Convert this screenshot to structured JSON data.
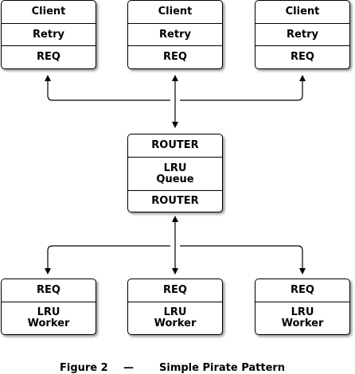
{
  "clients": [
    {
      "layers": [
        "Client",
        "Retry",
        "REQ"
      ]
    },
    {
      "layers": [
        "Client",
        "Retry",
        "REQ"
      ]
    },
    {
      "layers": [
        "Client",
        "Retry",
        "REQ"
      ]
    }
  ],
  "broker": {
    "layers": [
      "ROUTER",
      "LRU\nQueue",
      "ROUTER"
    ]
  },
  "workers": [
    {
      "layers": [
        "REQ",
        "LRU\nWorker"
      ]
    },
    {
      "layers": [
        "REQ",
        "LRU\nWorker"
      ]
    },
    {
      "layers": [
        "REQ",
        "LRU\nWorker"
      ]
    }
  ],
  "caption": {
    "figure": "Figure 2",
    "dash": "—",
    "title": "Simple Pirate Pattern"
  }
}
